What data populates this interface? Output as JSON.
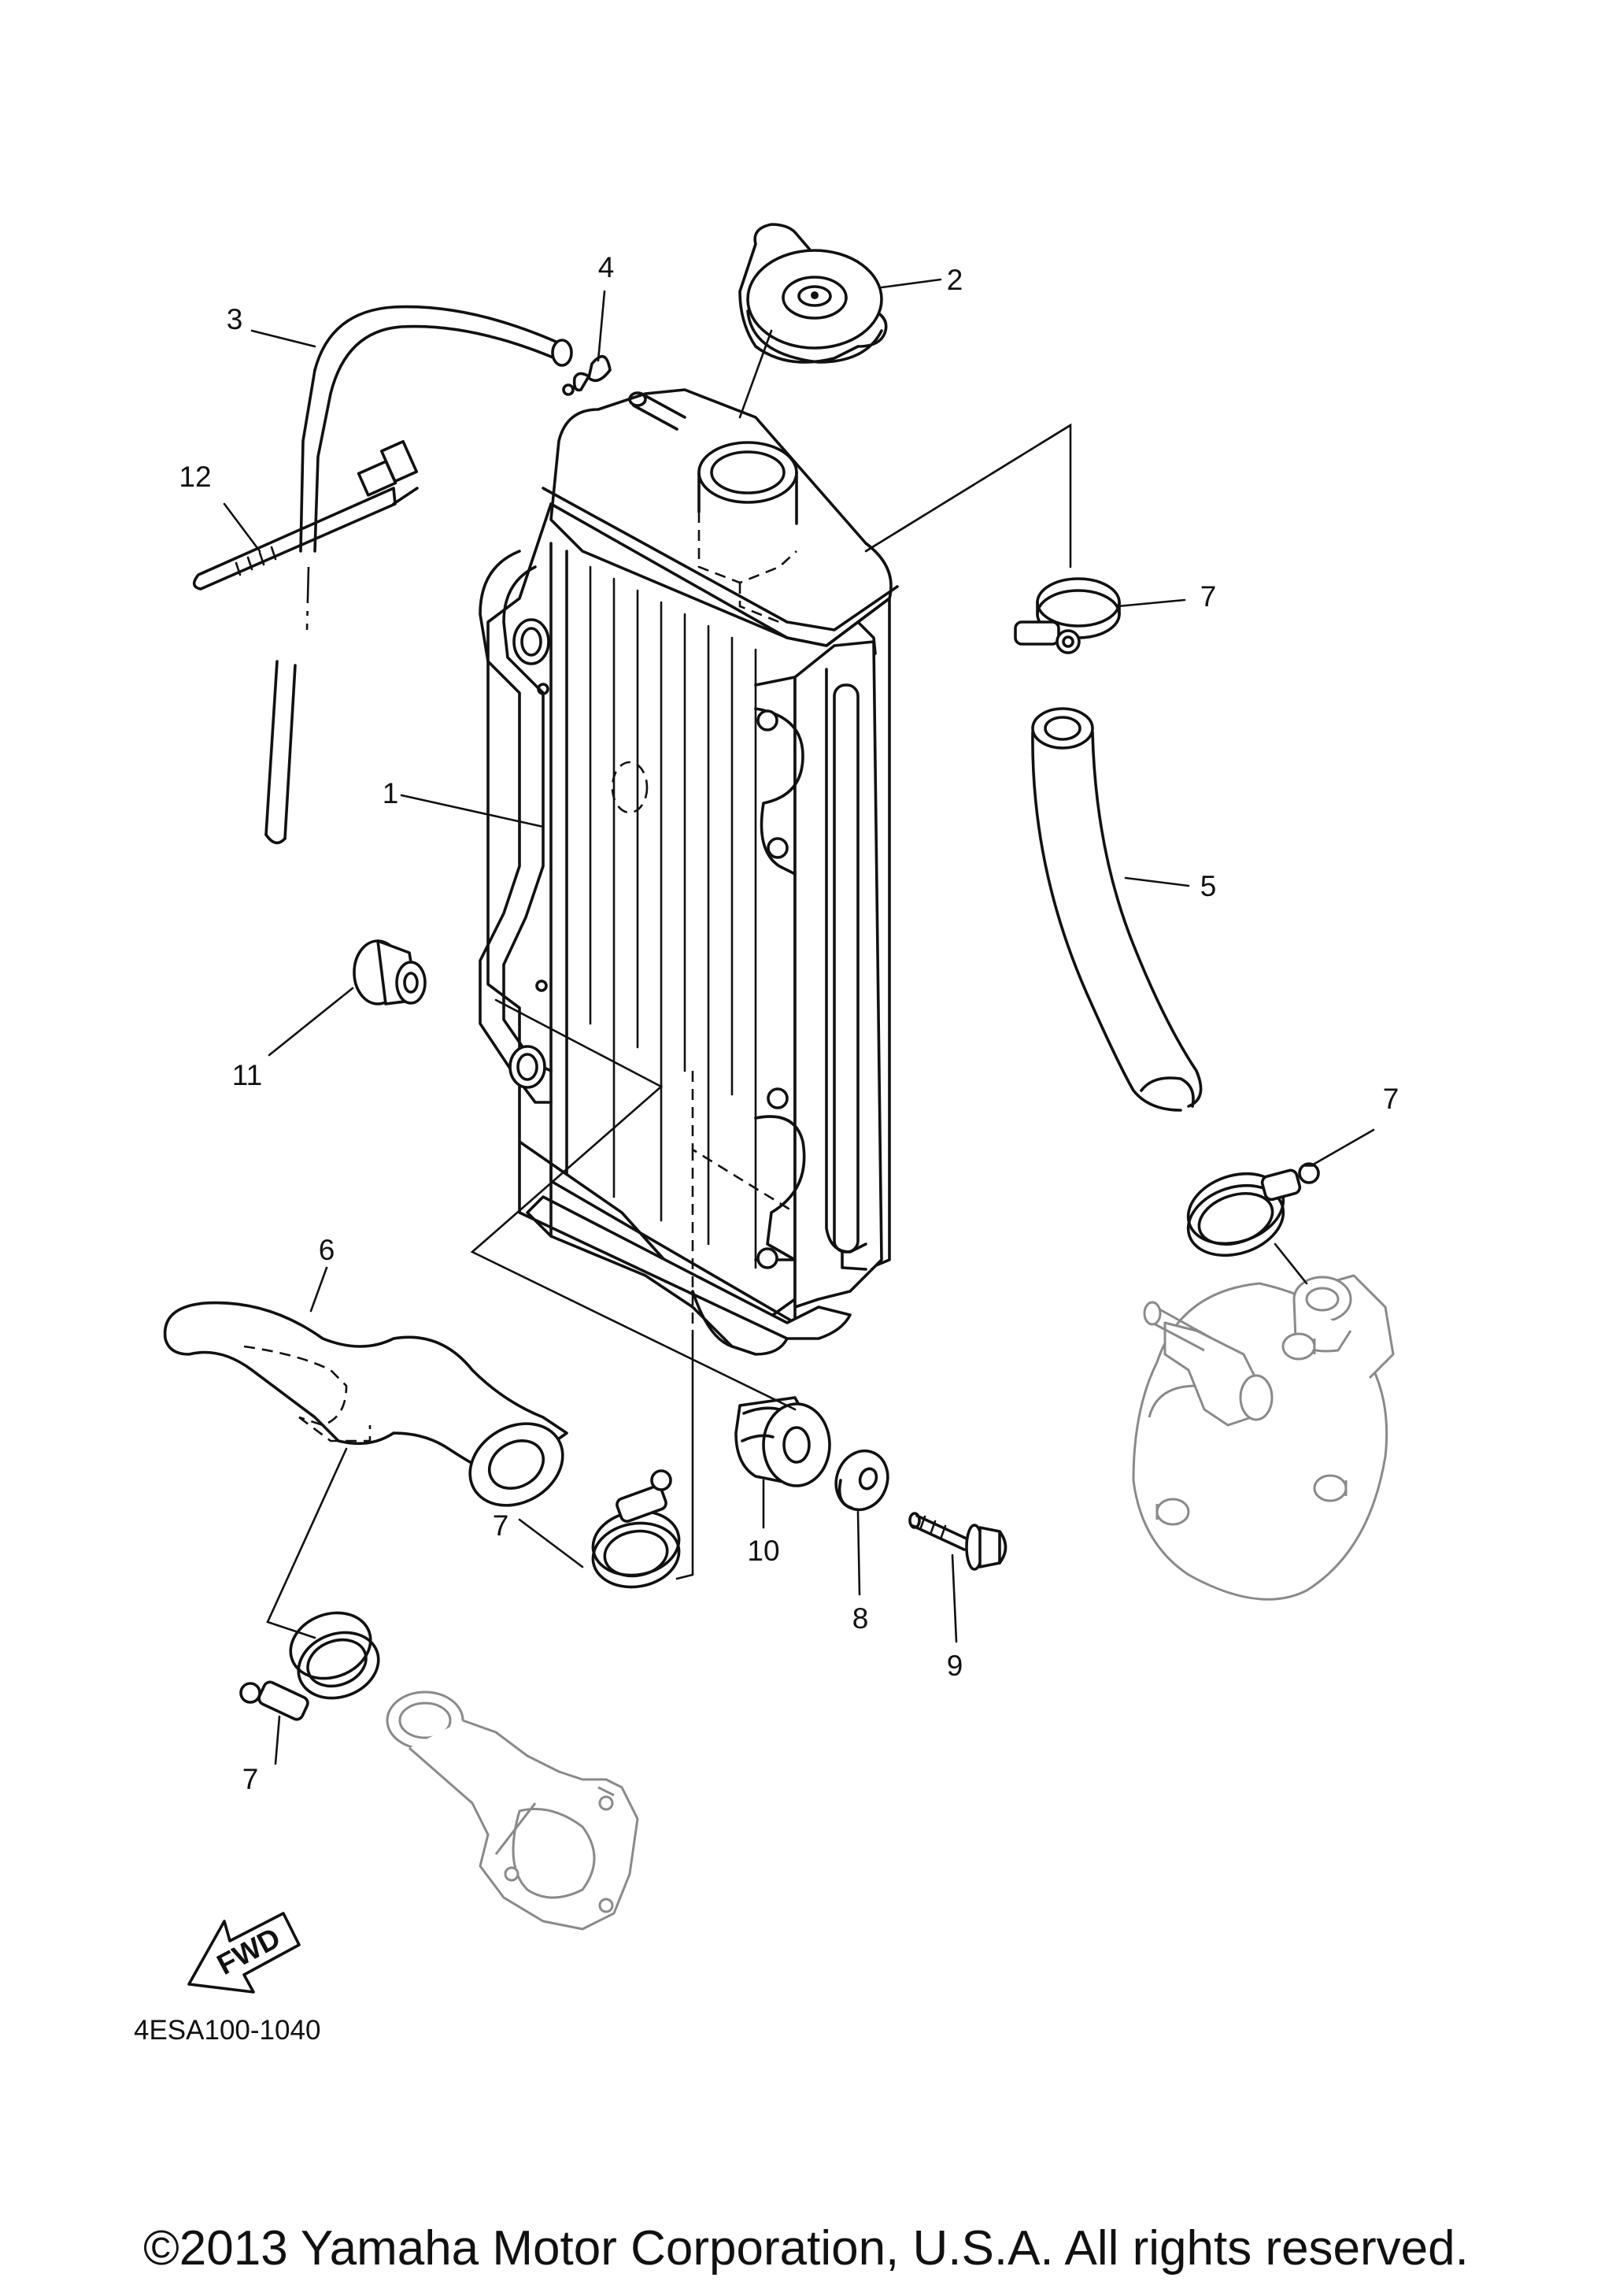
{
  "diagram": {
    "callouts": [
      {
        "id": "radiator",
        "num": "1"
      },
      {
        "id": "radiator-cap",
        "num": "2"
      },
      {
        "id": "breather-hose",
        "num": "3"
      },
      {
        "id": "hose-clip-small",
        "num": "4"
      },
      {
        "id": "upper-hose",
        "num": "5"
      },
      {
        "id": "lower-hose",
        "num": "6"
      },
      {
        "id": "hose-clamp-top",
        "num": "7"
      },
      {
        "id": "hose-clamp-right",
        "num": "7"
      },
      {
        "id": "hose-clamp-middle",
        "num": "7"
      },
      {
        "id": "hose-clamp-bottom",
        "num": "7"
      },
      {
        "id": "washer",
        "num": "8"
      },
      {
        "id": "bolt",
        "num": "9"
      },
      {
        "id": "rubber-grommet",
        "num": "10"
      },
      {
        "id": "collar",
        "num": "11"
      },
      {
        "id": "cable-tie",
        "num": "12"
      }
    ],
    "fwd_label": "FWD",
    "reference_code": "4ESA100-1040"
  },
  "footer": {
    "copyright": "©2013 Yamaha Motor Corporation, U.S.A. All rights reserved."
  }
}
